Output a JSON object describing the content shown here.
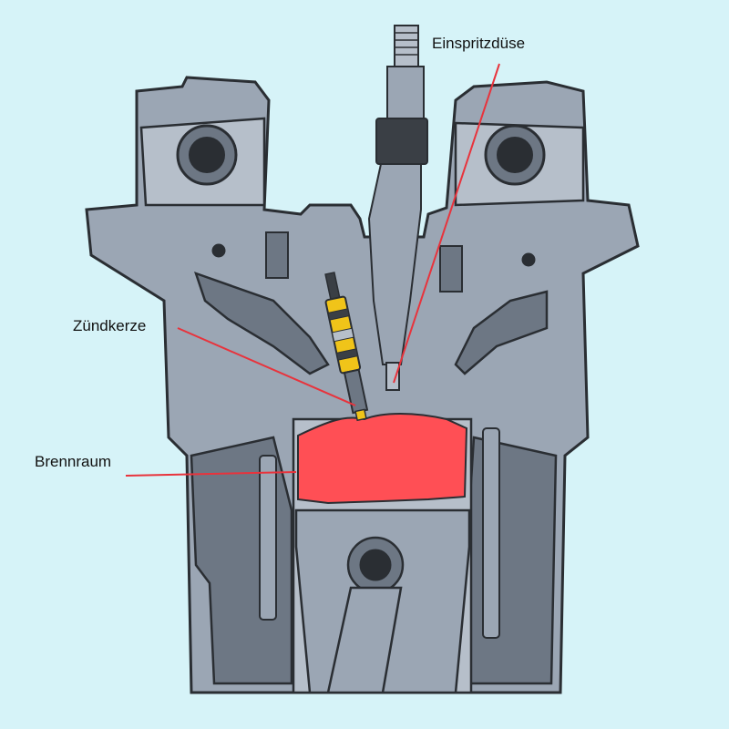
{
  "colors": {
    "background": "#d6f3f8",
    "metal": "#9ba6b4",
    "metal_light": "#b6bfca",
    "metal_dark": "#6d7784",
    "outline": "#2a2e33",
    "combustion": "#ff4f55",
    "leader": "#e8333c",
    "plug_yellow": "#f0c419",
    "injector_dark": "#3a3f45"
  },
  "labels": {
    "injector": "Einspritzdüse",
    "spark_plug": "Zündkerze",
    "combustion_chamber": "Brennraum"
  }
}
